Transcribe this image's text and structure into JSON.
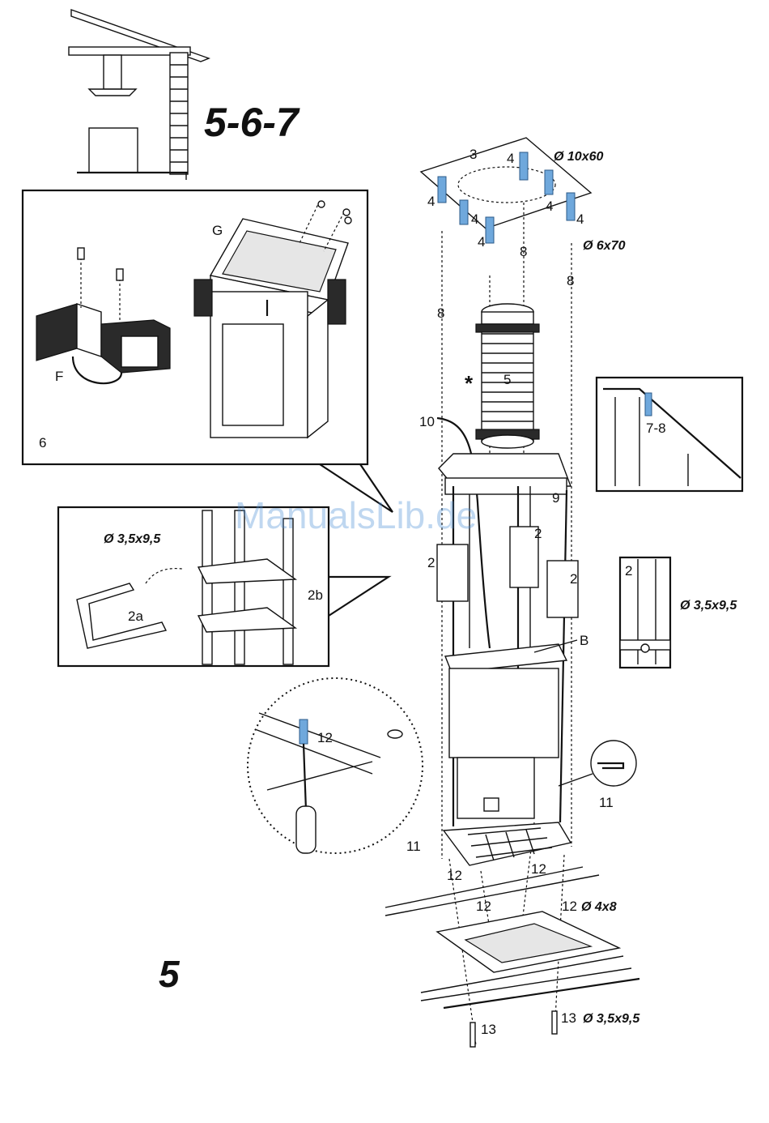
{
  "titles": {
    "section_title": "5-6-7",
    "step_number": "5",
    "watermark": "ManualsLib.de"
  },
  "labels": {
    "l3": "3",
    "l4": "4",
    "l5": "5",
    "l6": "6",
    "l8": "8",
    "l9": "9",
    "l10": "10",
    "l11": "11",
    "l12": "12",
    "l13": "13",
    "l2": "2",
    "l2a": "2a",
    "l2b": "2b",
    "l78": "7-8",
    "lB": "B",
    "lF": "F",
    "lG": "G",
    "star": "*"
  },
  "dimensions": {
    "d10x60": "Ø 10x60",
    "d6x70": "Ø 6x70",
    "d35x95": "Ø 3,5x9,5",
    "d4x8": "Ø 4x8"
  },
  "colors": {
    "screw_blue": "#6fa8dc",
    "line": "#111111",
    "watermark": "#4a8fd6"
  }
}
